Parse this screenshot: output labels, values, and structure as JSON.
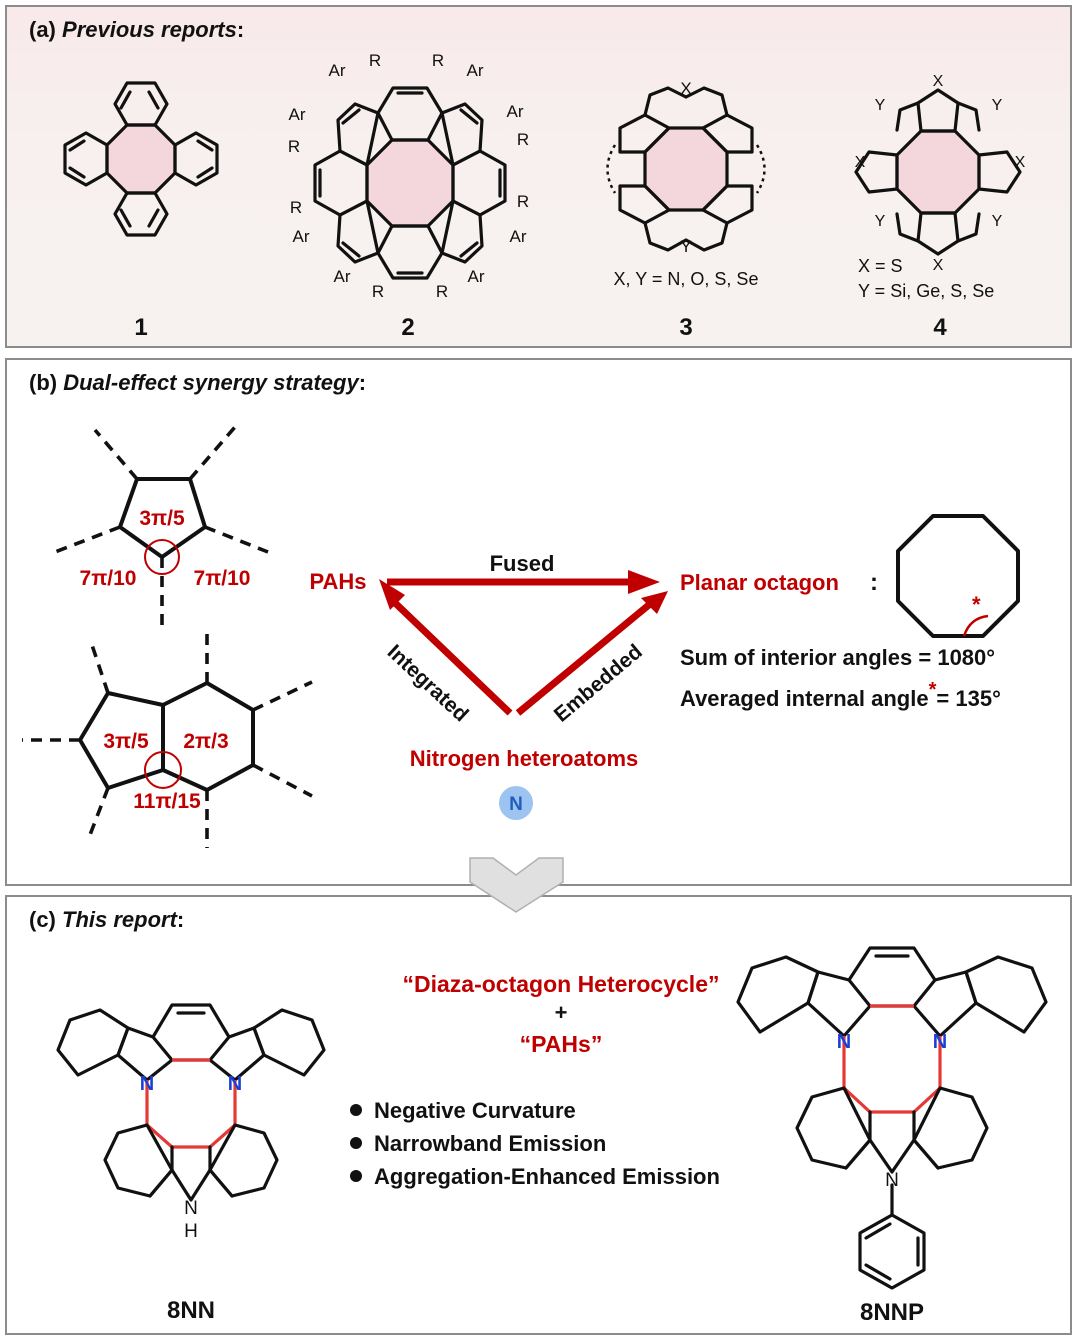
{
  "panel_a": {
    "label": "(a)",
    "title": "Previous reports",
    "colon": ":",
    "compounds": [
      {
        "number": "1"
      },
      {
        "number": "2",
        "substituents": [
          "Ar",
          "R",
          "R",
          "Ar",
          "Ar",
          "Ar",
          "R",
          "R",
          "R",
          "R",
          "Ar",
          "Ar",
          "Ar",
          "R",
          "R",
          "Ar"
        ]
      },
      {
        "number": "3",
        "atoms": [
          "X",
          "Y"
        ],
        "note": "X, Y = N, O, S, Se"
      },
      {
        "number": "4",
        "atoms": [
          "X",
          "Y"
        ],
        "note_x": "X = S",
        "note_y": "Y = Si, Ge, S, Se"
      }
    ]
  },
  "panel_b": {
    "label": "(b)",
    "title": "Dual-effect synergy strategy",
    "colon": ":",
    "pentagon": {
      "inner": "3π/5",
      "left": "7π/10",
      "right": "7π/10"
    },
    "fused_ring": {
      "pent": "3π/5",
      "hex": "2π/3",
      "bottom": "11π/15"
    },
    "pahs": "PAHs",
    "fused": "Fused",
    "integrated": "Integrated",
    "embedded": "Embedded",
    "nitrogen": "Nitrogen heteroatoms",
    "n_badge": "N",
    "octagon_label": "Planar octagon",
    "octagon_colon": ":",
    "sum": "Sum of interior angles = 1080°",
    "avg_a": "Averaged internal angle",
    "avg_star": "*",
    "avg_b": "= 135°",
    "colors": {
      "accent": "#c00000",
      "badge": "#9dc3f0",
      "badge_text": "#1f5fbf"
    }
  },
  "panel_c": {
    "label": "(c)",
    "title": "This report",
    "colon": ":",
    "quote1": "“Diaza-octagon Heterocycle”",
    "plus": "+",
    "quote2": "“PAHs”",
    "bullets": [
      "Negative Curvature",
      "Narrowband Emission",
      "Aggregation-Enhanced Emission"
    ],
    "mol1": {
      "name": "8NN",
      "n": "N",
      "nh": "N",
      "h": "H"
    },
    "mol2": {
      "name": "8NNP",
      "n": "N"
    }
  }
}
